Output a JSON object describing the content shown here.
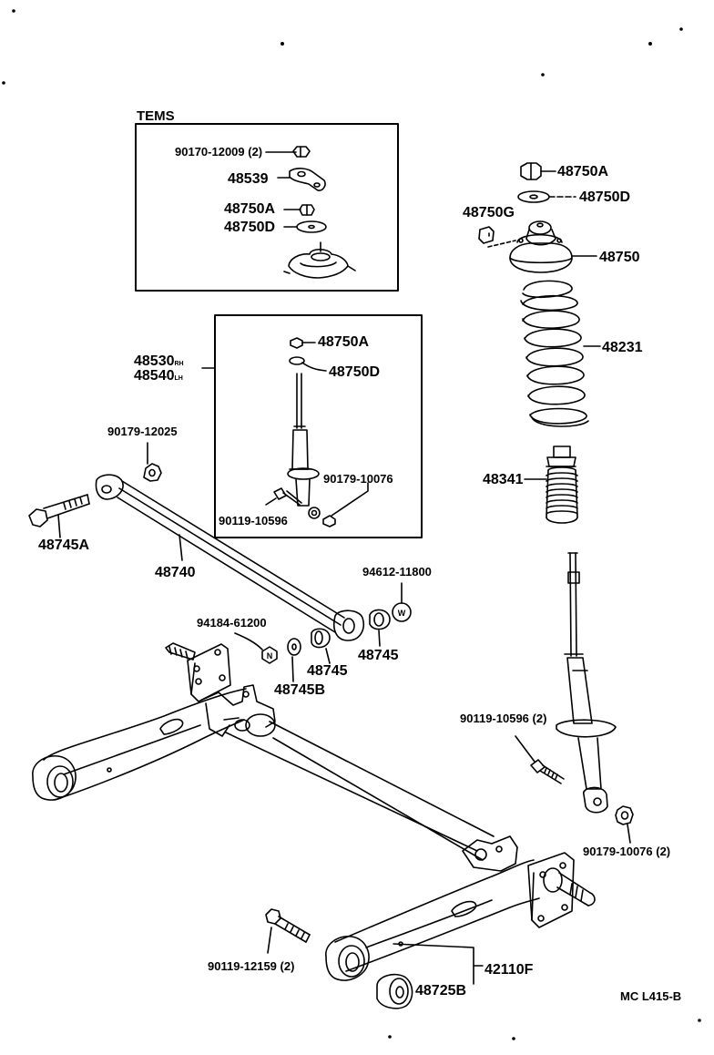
{
  "diagram": {
    "inset_title": "TEMS",
    "figure_code": "MC L415-B",
    "parts": {
      "p90170_12009": "90170-12009 (2)",
      "p48539": "48539",
      "p48750A_inset": "48750A",
      "p48750D_inset": "48750D",
      "p48530": "48530",
      "p48540": "48540",
      "p48750A_box": "48750A",
      "p48750D_box": "48750D",
      "p90179_10076_box": "90179-10076",
      "p90119_10596_box": "90119-10596",
      "p90179_12025": "90179-12025",
      "p48745A": "48745A",
      "p48740": "48740",
      "p94612_11800": "94612-11800",
      "p94184_61200": "94184-61200",
      "p48745_a": "48745",
      "p48745_b": "48745",
      "p48745B": "48745B",
      "p48750A": "48750A",
      "p48750D": "48750D",
      "p48750G": "48750G",
      "p48750": "48750",
      "p48231": "48231",
      "p48341": "48341",
      "p90119_10596_2": "90119-10596 (2)",
      "p90179_10076_2": "90179-10076 (2)",
      "p90119_12159_2": "90119-12159 (2)",
      "p42110F": "42110F",
      "p48725B": "48725B"
    },
    "side_marks": {
      "rh": "RH",
      "lh": "LH"
    },
    "callout_letters": {
      "nut_n": "N",
      "washer_w": "W"
    }
  }
}
